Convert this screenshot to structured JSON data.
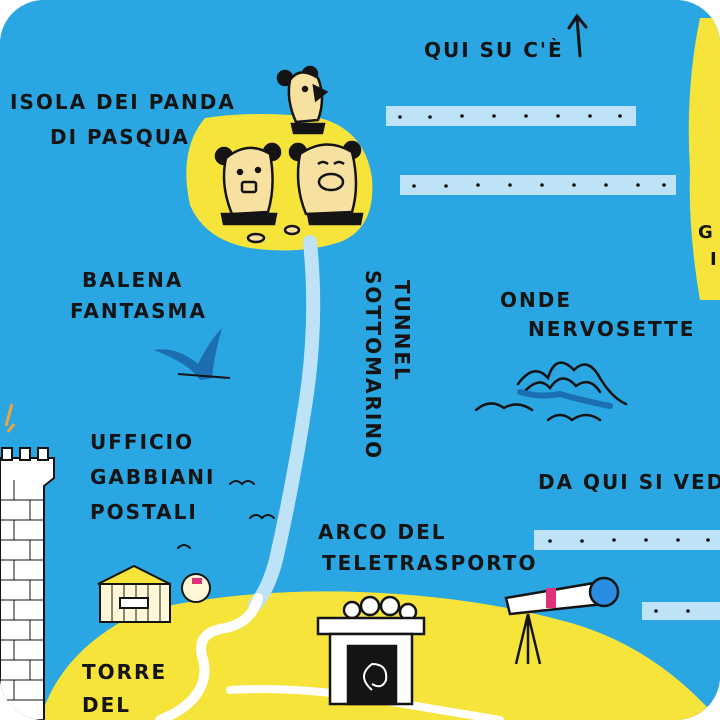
{
  "map": {
    "colors": {
      "sea": "#2aa6e2",
      "land": "#f7e43a",
      "path": "#ffffff",
      "tunnel": "#bfe3f6",
      "ink": "#141414"
    },
    "labels": {
      "qui_su": "QUI SU C'È",
      "isola_line1": "ISOLA DEI PANDA",
      "isola_line2": "DI PASQUA",
      "balena_line1": "BALENA",
      "balena_line2": "FANTASMA",
      "tunnel_line1": "TUNNEL",
      "tunnel_line2": "SOTTOMARINO",
      "onde_line1": "ONDE",
      "onde_line2": "NERVOSETTE",
      "ufficio_line1": "UFFICIO",
      "ufficio_line2": "GABBIANI",
      "ufficio_line3": "POSTALI",
      "da_qui": "DA QUI SI VEDE",
      "arco_line1": "ARCO DEL",
      "arco_line2": "TELETRASPORTO",
      "torre_line1": "TORRE",
      "torre_line2": "DEL",
      "edge_fragment1": "G",
      "edge_fragment2": "I"
    },
    "icons": [
      "arrow-up-icon",
      "panda-statue-icon",
      "whale-tail-icon",
      "waves-icon",
      "seagull-icon",
      "castle-tower-icon",
      "post-office-hut-icon",
      "teleport-arch-icon",
      "telescope-icon",
      "dotted-line-icon"
    ]
  }
}
